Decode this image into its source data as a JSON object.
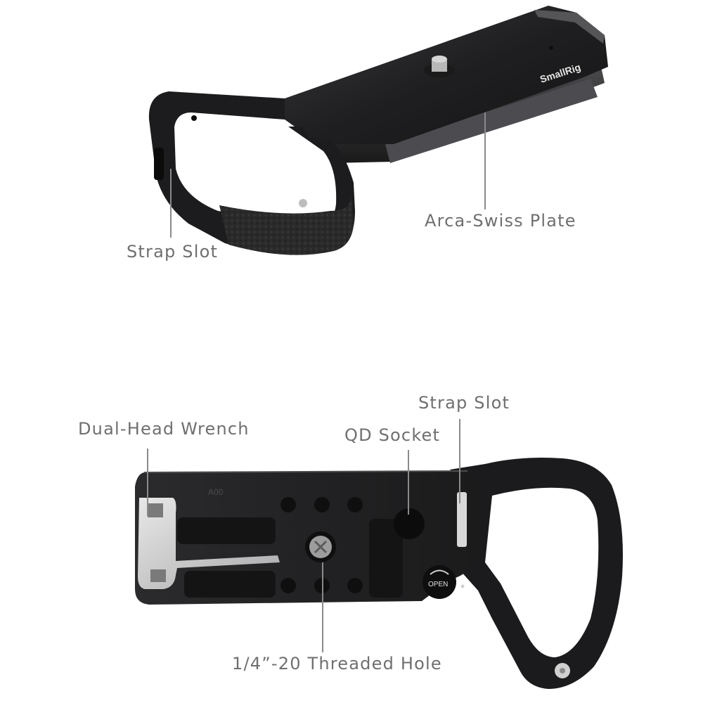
{
  "callouts": {
    "strap_slot_top": "Strap Slot",
    "arca_swiss_plate": "Arca-Swiss Plate",
    "strap_slot_bottom": "Strap Slot",
    "dual_head_wrench": "Dual-Head Wrench",
    "qd_socket": "QD Socket",
    "threaded_hole": "1/4”-20 Threaded Hole"
  },
  "product_markings": {
    "brand": "SmallRig",
    "open_label": "OPEN",
    "part_code": "A00"
  }
}
